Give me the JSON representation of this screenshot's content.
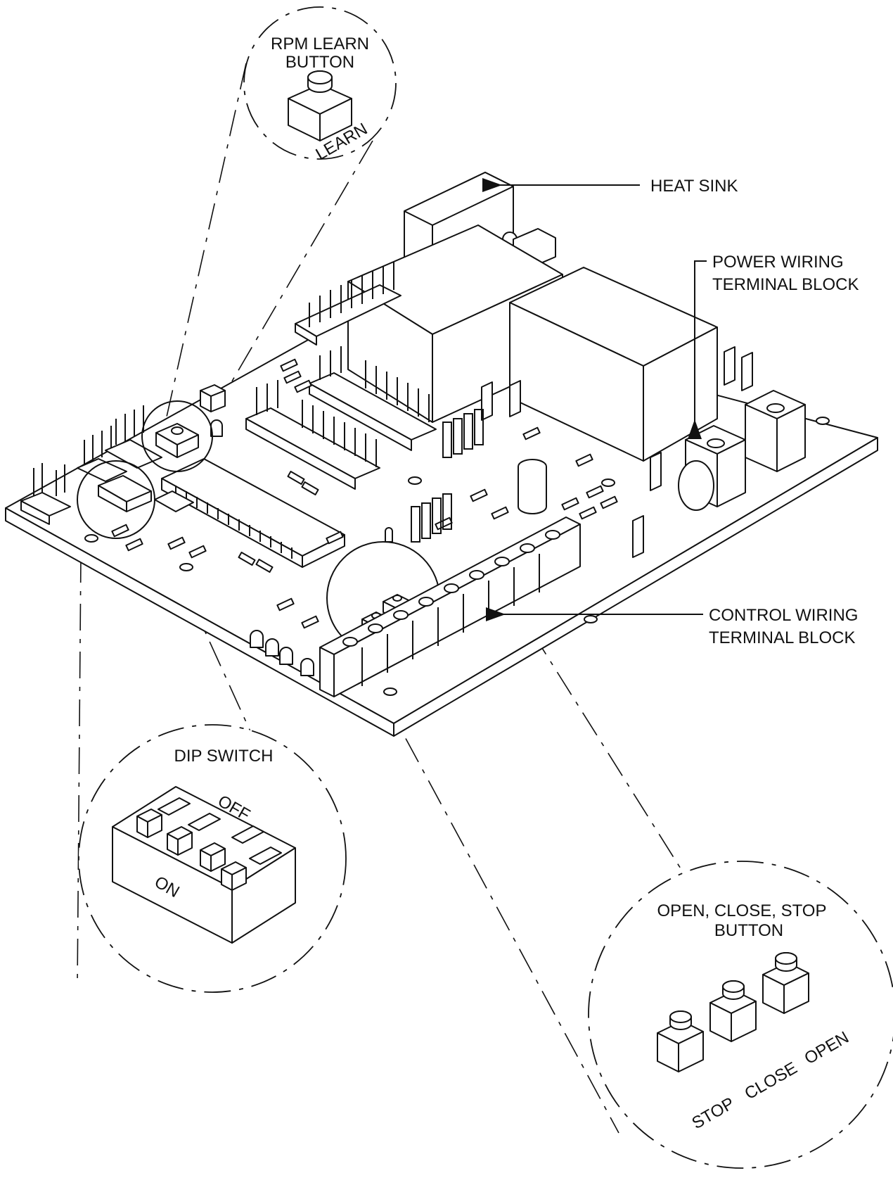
{
  "callouts": {
    "rpm_learn_title_1": "RPM LEARN",
    "rpm_learn_title_2": "BUTTON",
    "rpm_learn_key": "LEARN",
    "heat_sink": "HEAT SINK",
    "power_wiring_1": "POWER WIRING",
    "power_wiring_2": "TERMINAL BLOCK",
    "control_wiring_1": "CONTROL WIRING",
    "control_wiring_2": "TERMINAL BLOCK",
    "dip_switch_title": "DIP SWITCH",
    "dip_off": "OFF",
    "dip_on": "ON",
    "ocs_title_1": "OPEN, CLOSE, STOP",
    "ocs_title_2": "BUTTON",
    "ocs_stop": "STOP",
    "ocs_close": "CLOSE",
    "ocs_open": "OPEN"
  },
  "colors": {
    "line": "#111111",
    "background": "#ffffff"
  }
}
